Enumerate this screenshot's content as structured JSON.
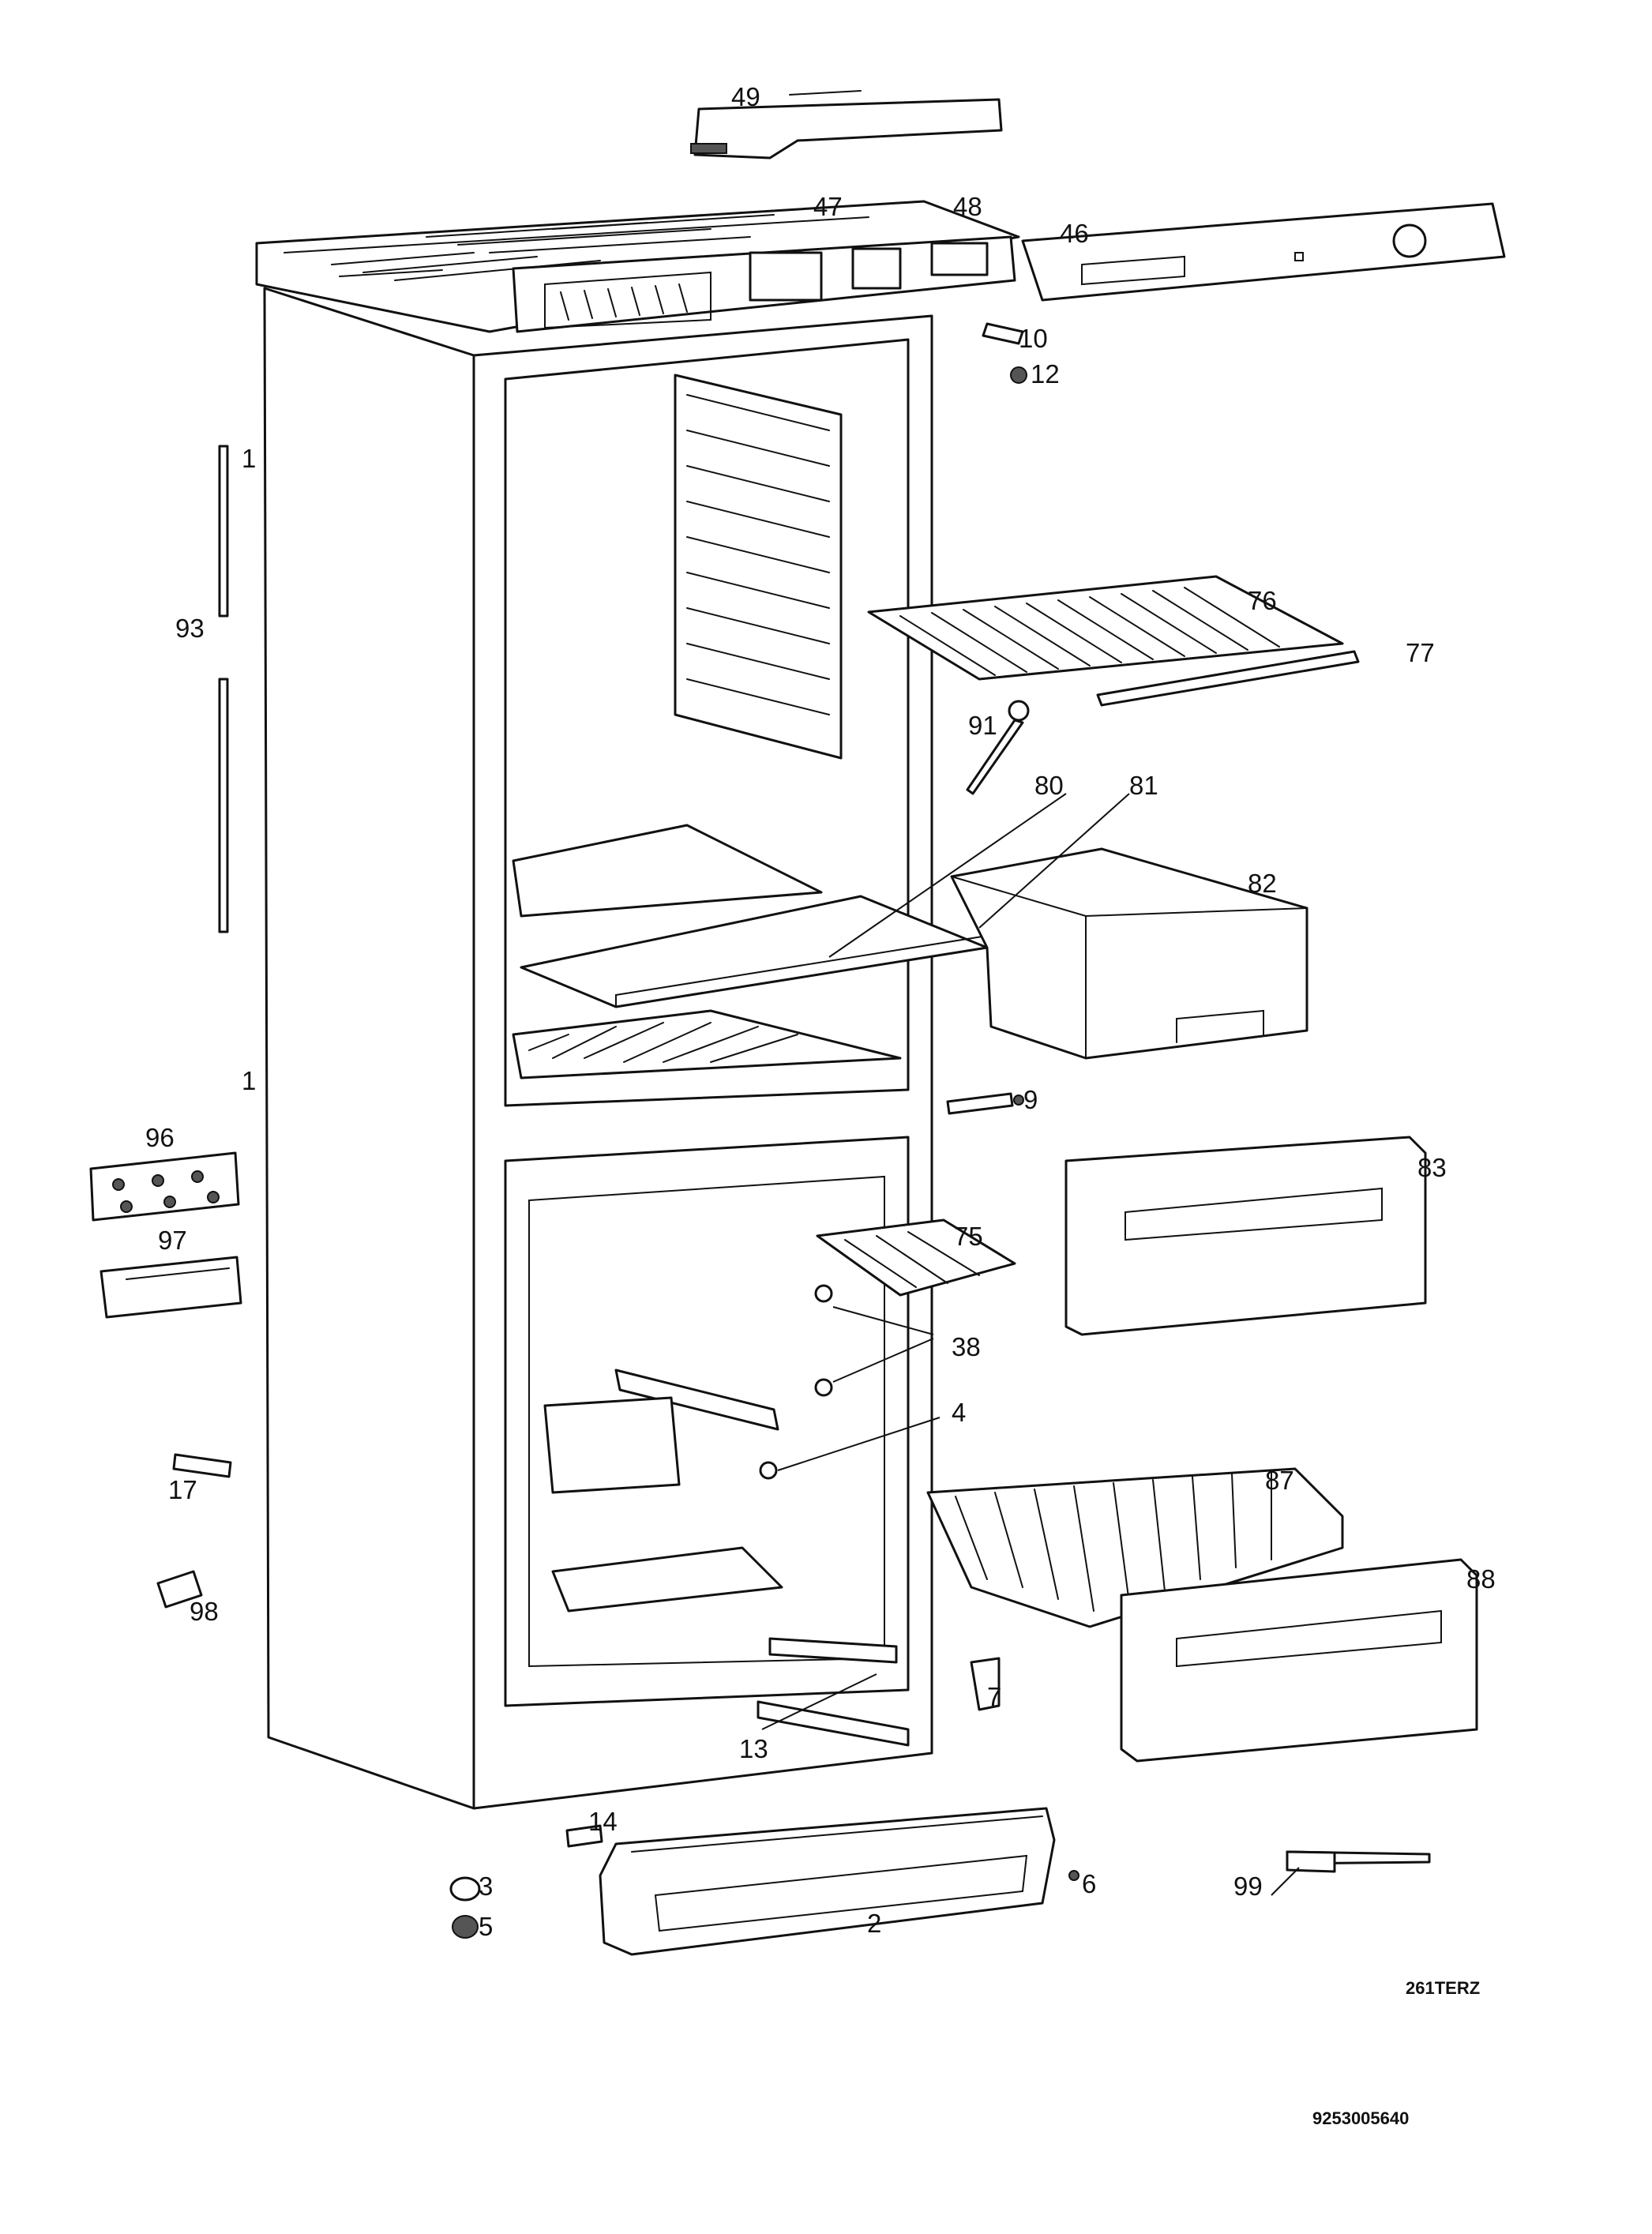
{
  "diagram_code": "261TERZ",
  "document_number": "9253005640",
  "part_labels": [
    "49",
    "47",
    "48",
    "46",
    "10",
    "12",
    "1",
    "93",
    "76",
    "77",
    "91",
    "80",
    "81",
    "82",
    "1",
    "9",
    "96",
    "83",
    "97",
    "75",
    "38",
    "4",
    "17",
    "87",
    "88",
    "98",
    "7",
    "13",
    "14",
    "3",
    "6",
    "99",
    "5",
    "2"
  ]
}
